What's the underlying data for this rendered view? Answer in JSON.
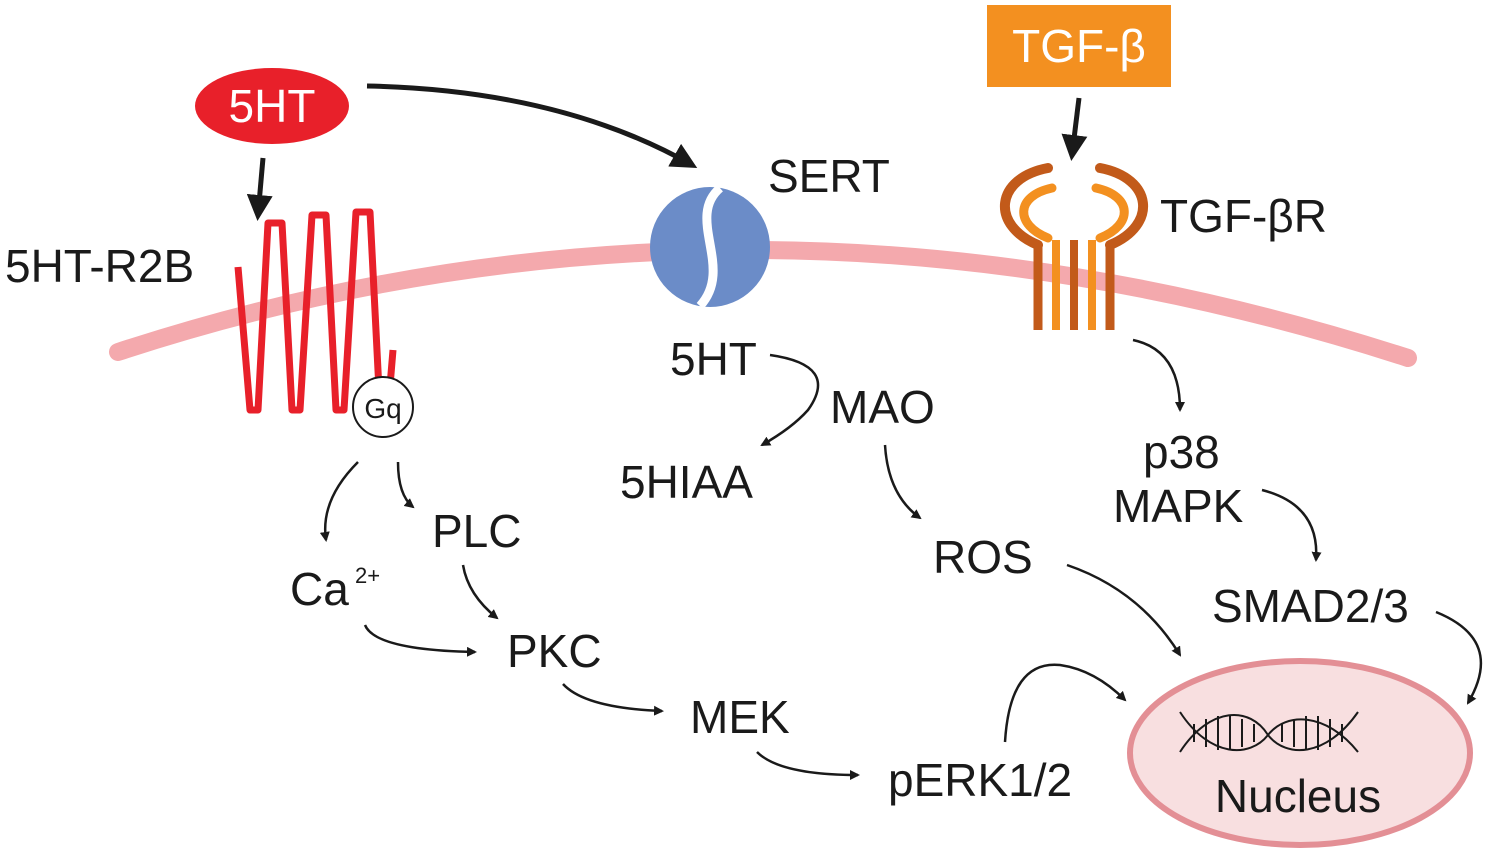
{
  "ligands": {
    "serotonin": "5HT",
    "tgf_beta": "TGF-β"
  },
  "receptors": {
    "htr2b": "5HT-R2B",
    "sert": "SERT",
    "tgfbr": "TGF-βR",
    "gq": "Gq"
  },
  "nodes": {
    "intracellular_5ht": "5HT",
    "mao": "MAO",
    "hiaa": "5HIAA",
    "plc": "PLC",
    "calcium": "Ca",
    "calcium_charge": "2+",
    "pkc": "PKC",
    "mek": "MEK",
    "perk": "pERK1/2",
    "ros": "ROS",
    "p38": "p38",
    "mapk": "MAPK",
    "smad": "SMAD2/3",
    "nucleus": "Nucleus"
  },
  "colors": {
    "membrane": "#f4a9ad",
    "serotonin_red": "#e8202a",
    "sert_blue": "#6b8cc8",
    "tgf_orange": "#f39020",
    "receptor_dark_orange": "#c25a1a",
    "nucleus_fill": "#f8dfe0",
    "nucleus_stroke": "#e38f95"
  },
  "icons": [
    "dna-icon"
  ]
}
